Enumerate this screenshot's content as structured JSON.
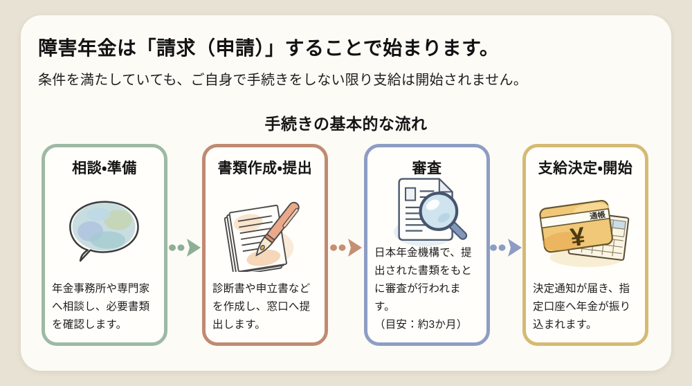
{
  "header": {
    "title": "障害年金は「請求（申請）」することで始まります。",
    "subtitle": "条件を満たしていても、ご自身で手続きをしない限り支給は開始されません。"
  },
  "flow": {
    "heading": "手続きの基本的な流れ",
    "steps": [
      {
        "title": "相談・準備",
        "description": "年金事務所や専門家\nへ相談し、必要書類\nを確認します。",
        "icon": "speech-bubble-icon",
        "accent_color": "#9db9a4"
      },
      {
        "title": "書類作成・提出",
        "description": "診断書や申立書など\nを作成し、窓口へ提\n出します。",
        "icon": "documents-pen-icon",
        "accent_color": "#c08a72"
      },
      {
        "title": "審査",
        "description": "日本年金機構で、提\n出された書類をもと\nに審査が行われます。\n（目安：約3か月）",
        "icon": "document-magnifier-icon",
        "accent_color": "#8e9dc3"
      },
      {
        "title": "支給決定・開始",
        "description": "決定通知が届き、指\n定口座へ年金が振り\n込まれます。",
        "icon": "passbook-icon",
        "accent_color": "#d5ba74"
      }
    ],
    "arrows": [
      {
        "color": "#8fae96"
      },
      {
        "color": "#c68f72"
      },
      {
        "color": "#8d9cc4"
      }
    ]
  },
  "passbook_icon_text": {
    "label": "通帳",
    "currency": "¥"
  },
  "colors": {
    "page_background": "#e7e2d3",
    "panel_background": "#fcfbf6",
    "text": "#1b1b1b",
    "step1_border": "#9db9a4",
    "step2_border": "#c08a72",
    "step3_border": "#8e9dc3",
    "step4_border": "#d5ba74"
  }
}
